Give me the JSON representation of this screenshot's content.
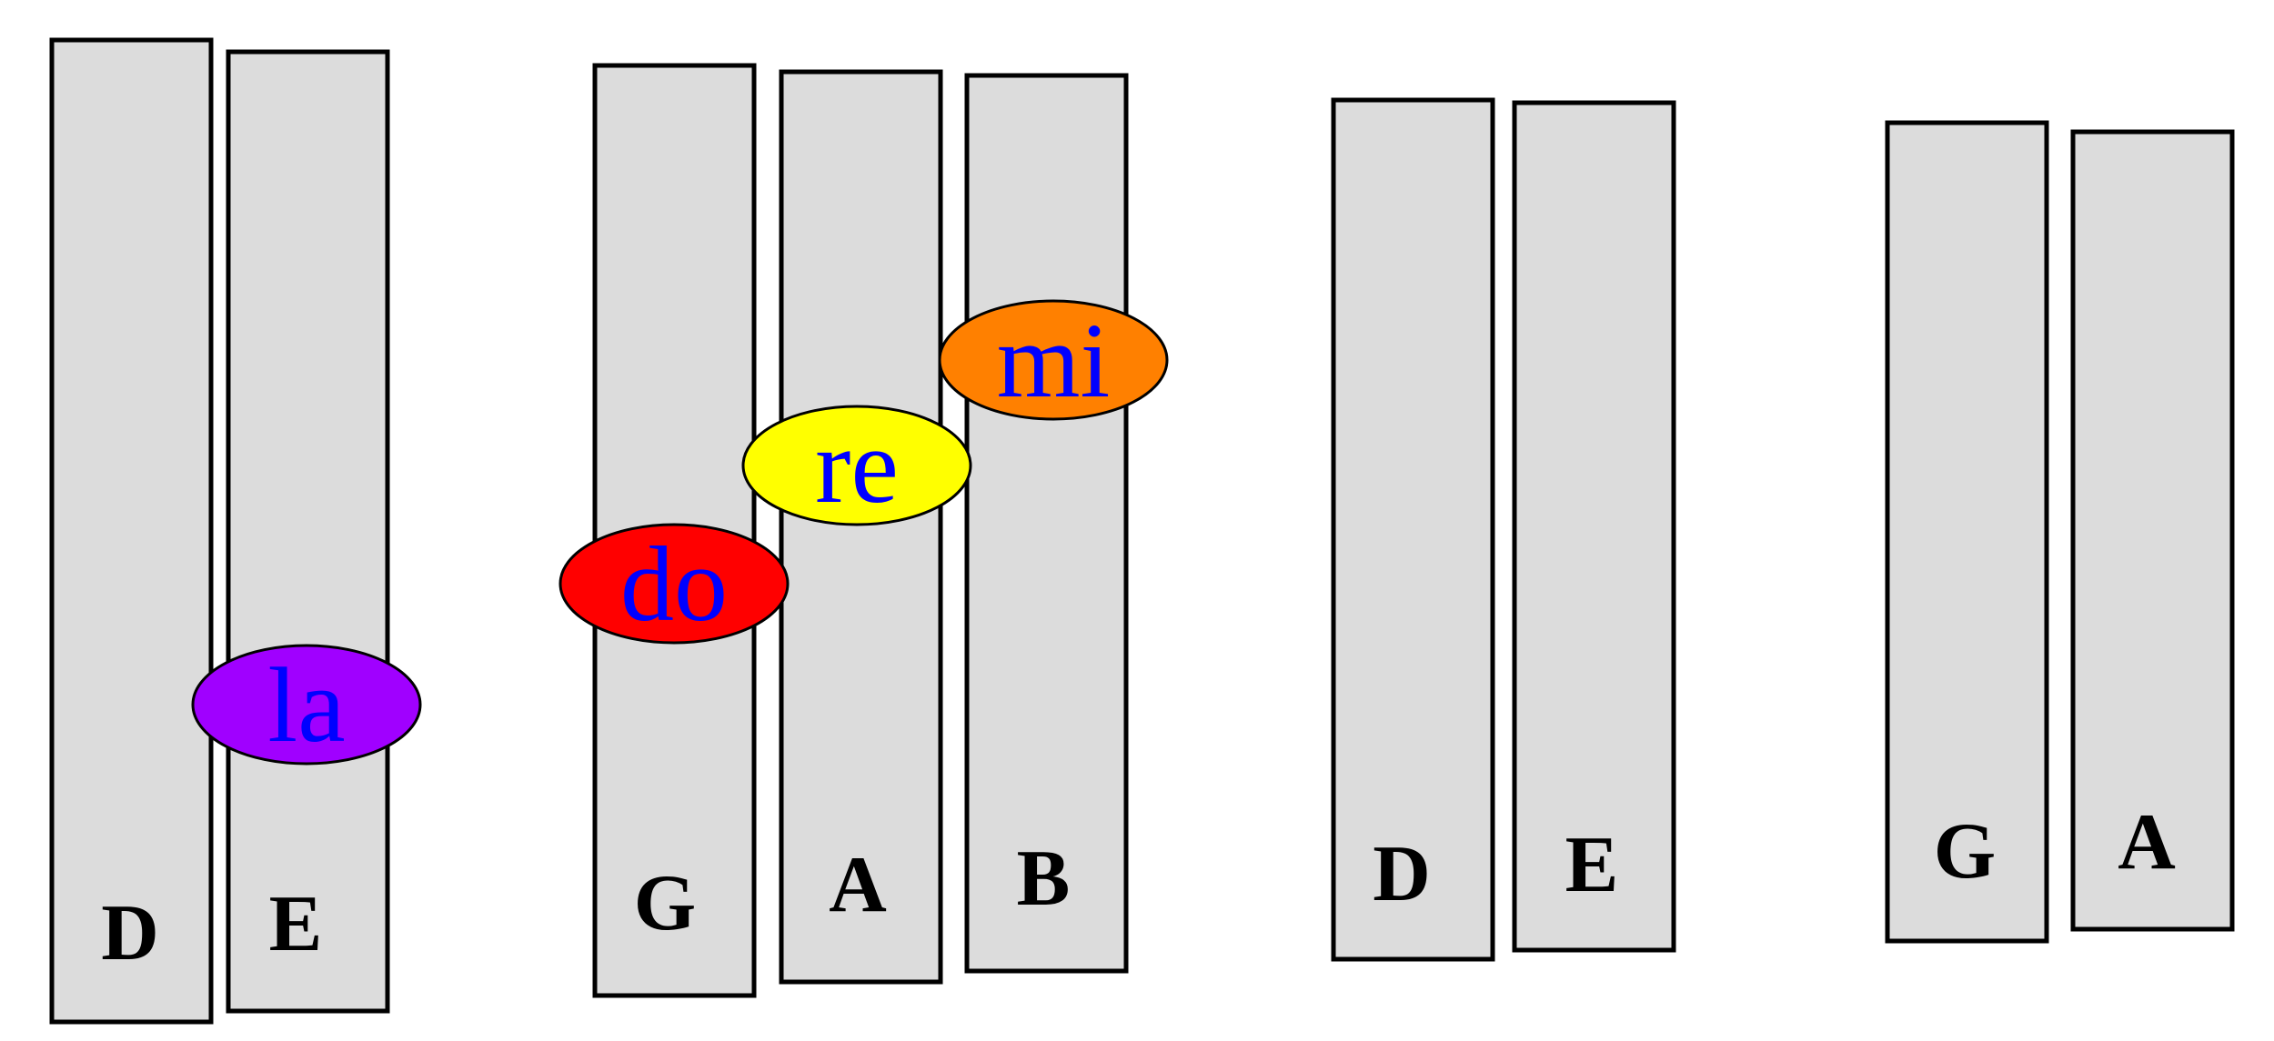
{
  "colors": {
    "bar_fill": "#dcdcdc",
    "bar_stroke": "#000000",
    "syllable_text": "#0000ff"
  },
  "groups": [
    {
      "bars": [
        {
          "note": "D"
        },
        {
          "note": "E"
        }
      ]
    },
    {
      "bars": [
        {
          "note": "G"
        },
        {
          "note": "A"
        },
        {
          "note": "B"
        }
      ]
    },
    {
      "bars": [
        {
          "note": "D"
        },
        {
          "note": "E"
        }
      ]
    },
    {
      "bars": [
        {
          "note": "G"
        },
        {
          "note": "A"
        }
      ]
    }
  ],
  "syllables": [
    {
      "text": "la",
      "color": "#a000ff"
    },
    {
      "text": "do",
      "color": "#ff0000"
    },
    {
      "text": "re",
      "color": "#ffff00"
    },
    {
      "text": "mi",
      "color": "#ff8000"
    }
  ]
}
